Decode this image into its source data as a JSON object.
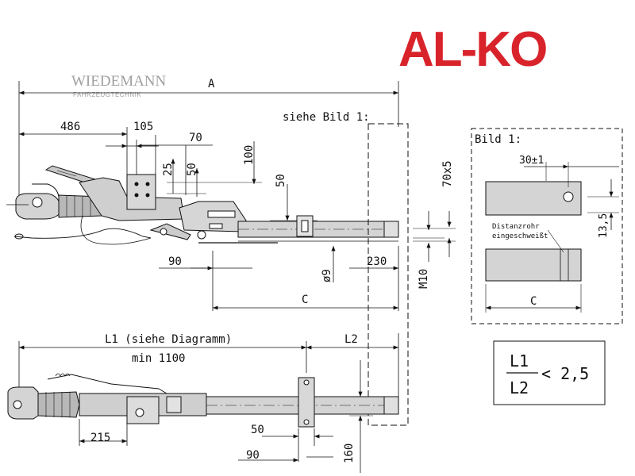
{
  "brand": {
    "name": "AL-KO",
    "color": "#d9232b"
  },
  "watermark": {
    "main": "WIEDEMANN",
    "sub": "FAHRZEUGTECHNIK"
  },
  "top_view": {
    "dim_A": "A",
    "note_bild1": "siehe Bild 1:",
    "dim_486": "486",
    "dim_105": "105",
    "dim_70": "70",
    "dim_25": "25",
    "dim_50_upper": "50",
    "dim_100": "100",
    "dim_50_mid": "50",
    "dim_70x5": "70x5",
    "dim_90": "90",
    "dim_230": "230",
    "dim_phi9": "ø9",
    "dim_M10": "M10",
    "dim_C": "C"
  },
  "bild1": {
    "title": "Bild 1:",
    "dim_30": "30±1",
    "dim_13_5": "13,5",
    "note_line1": "Distanzrohr",
    "note_line2": "eingeschweißt",
    "dim_C": "C"
  },
  "formula": {
    "numerator": "L1",
    "denominator": "L2",
    "relation": "< 2,5"
  },
  "bottom_view": {
    "dim_L1": "L1 (siehe Diagramm)",
    "dim_min": "min 1100",
    "dim_L2": "L2",
    "dim_215": "215",
    "dim_50": "50",
    "dim_90": "90",
    "dim_160": "160"
  }
}
